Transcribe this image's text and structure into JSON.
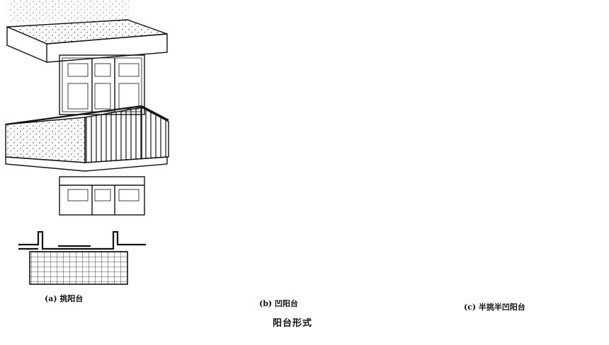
{
  "captions": {
    "a": "(a) 挑阳台",
    "b": "(b) 凹阳台",
    "c": "(c) 半挑半凹阳台"
  },
  "title": "阳台形式"
}
